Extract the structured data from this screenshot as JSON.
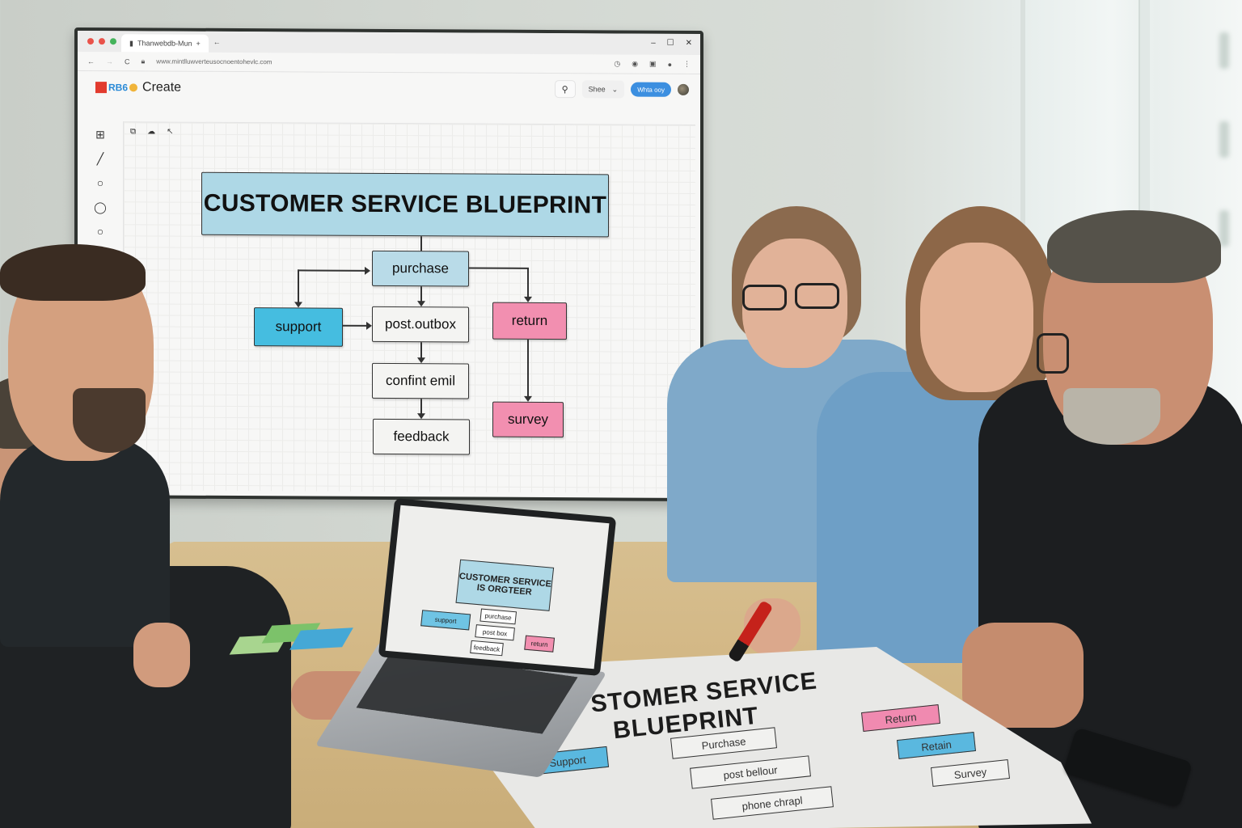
{
  "scene": {
    "description": "Five people collaborating around a meeting table on a customer service blueprint shown on a wall screen, a laptop, and a paper poster",
    "colors": {
      "wall": "#d3d8d2",
      "table": "#d2b683",
      "diagram_blue": "#aed8e6",
      "diagram_cyan": "#45bde0",
      "diagram_pink": "#f28fb0",
      "diagram_white": "#f4f4f2"
    }
  },
  "wall_screen": {
    "browser": {
      "tab_title": "Thanwebdb-Mun",
      "url": "www.mintlluwverteusocnoentohevlc.com",
      "window_controls": [
        "–",
        "☐",
        "✕"
      ]
    },
    "app": {
      "logo_text": "RB6",
      "title": "Create",
      "share_label": "Shee",
      "primary_button_label": "Whta ooy",
      "left_tools": [
        "grid-icon",
        "line-icon",
        "circle-icon",
        "speech-bubble-icon",
        "ellipse-icon",
        "triangle-icon"
      ],
      "canvas_tools": [
        "copy-icon",
        "cloud-icon",
        "pointer-icon"
      ]
    },
    "diagram": {
      "title": "CUSTOMER SERVICE BLUEPRINT",
      "nodes": {
        "purchase": "purchase",
        "support": "support",
        "post_outbox": "post.outbox",
        "return": "return",
        "confirm_email": "confint emil",
        "feedback": "feedback",
        "survey": "survey"
      }
    }
  },
  "laptop": {
    "diagram_title_line1": "CUSTOMER SERVICE",
    "diagram_title_line2": "IS ORGTEER",
    "nodes": [
      "support",
      "purchase",
      "post box",
      "return",
      "feedback"
    ]
  },
  "poster": {
    "title_line1": "STOMER SERVICE",
    "title_line2": "BLUEPRINT",
    "nodes": [
      "Support",
      "Purchase",
      "post bellour",
      "phone chrapl",
      "Return",
      "Retain",
      "Survey"
    ]
  }
}
